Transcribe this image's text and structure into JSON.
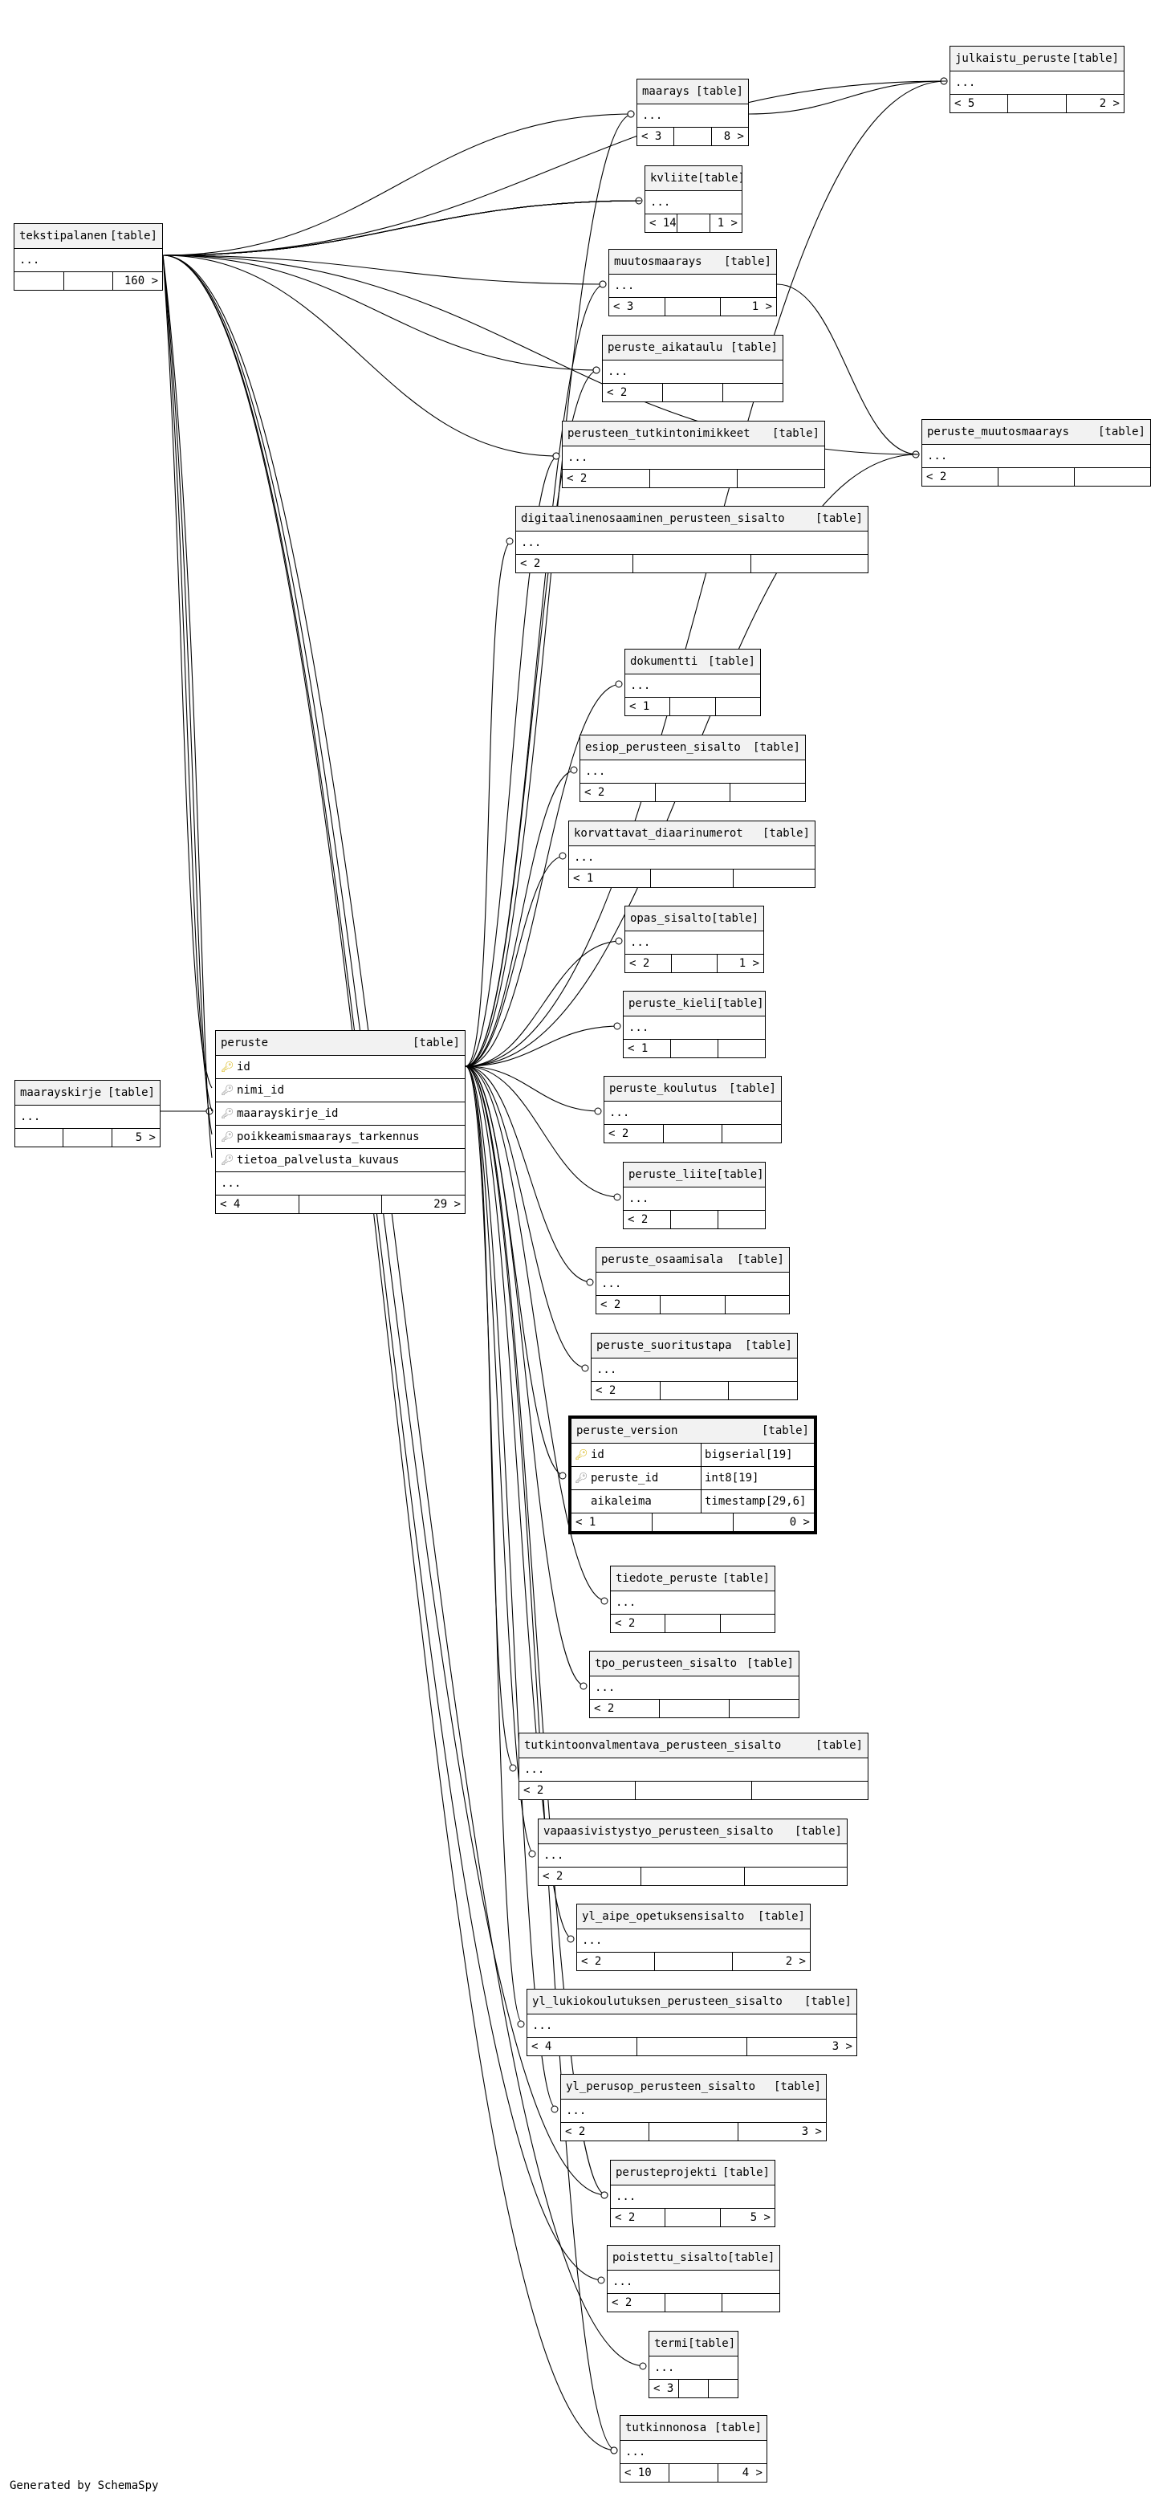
{
  "footer": "Generated by SchemaSpy",
  "tables": [
    {
      "id": "julkaistu_peruste",
      "name": "julkaistu_peruste",
      "tag": "[table]",
      "row": "...",
      "foot": [
        "< 5",
        "",
        "2 >"
      ]
    },
    {
      "id": "maarays",
      "name": "maarays",
      "tag": "[table]",
      "row": "...",
      "foot": [
        "< 3",
        "",
        "8 >"
      ]
    },
    {
      "id": "kvliite",
      "name": "kvliite",
      "tag": "[table]",
      "row": "...",
      "foot": [
        "< 14",
        "",
        "1 >"
      ]
    },
    {
      "id": "tekstipalanen",
      "name": "tekstipalanen",
      "tag": "[table]",
      "row": "...",
      "foot": [
        "",
        "",
        "160 >"
      ]
    },
    {
      "id": "muutosmaarays",
      "name": "muutosmaarays",
      "tag": "[table]",
      "row": "...",
      "foot": [
        "< 3",
        "",
        "1 >"
      ]
    },
    {
      "id": "peruste_aikataulu",
      "name": "peruste_aikataulu",
      "tag": "[table]",
      "row": "...",
      "foot": [
        "< 2",
        "",
        ""
      ]
    },
    {
      "id": "perusteen_tutkintonimikkeet",
      "name": "perusteen_tutkintonimikkeet",
      "tag": "[table]",
      "row": "...",
      "foot": [
        "< 2",
        "",
        ""
      ]
    },
    {
      "id": "peruste_muutosmaarays",
      "name": "peruste_muutosmaarays",
      "tag": "[table]",
      "row": "...",
      "foot": [
        "< 2",
        "",
        ""
      ]
    },
    {
      "id": "digitaalinenosaaminen_perusteen_sisalto",
      "name": "digitaalinenosaaminen_perusteen_sisalto",
      "tag": "[table]",
      "row": "...",
      "foot": [
        "< 2",
        "",
        ""
      ]
    },
    {
      "id": "dokumentti",
      "name": "dokumentti",
      "tag": "[table]",
      "row": "...",
      "foot": [
        "< 1",
        "",
        ""
      ]
    },
    {
      "id": "esiop_perusteen_sisalto",
      "name": "esiop_perusteen_sisalto",
      "tag": "[table]",
      "row": "...",
      "foot": [
        "< 2",
        "",
        ""
      ]
    },
    {
      "id": "korvattavat_diaarinumerot",
      "name": "korvattavat_diaarinumerot",
      "tag": "[table]",
      "row": "...",
      "foot": [
        "< 1",
        "",
        ""
      ]
    },
    {
      "id": "opas_sisalto",
      "name": "opas_sisalto",
      "tag": "[table]",
      "row": "...",
      "foot": [
        "< 2",
        "",
        "1 >"
      ]
    },
    {
      "id": "peruste_kieli",
      "name": "peruste_kieli",
      "tag": "[table]",
      "row": "...",
      "foot": [
        "< 1",
        "",
        ""
      ]
    },
    {
      "id": "maarayskirje",
      "name": "maarayskirje",
      "tag": "[table]",
      "row": "...",
      "foot": [
        "",
        "",
        "5 >"
      ]
    },
    {
      "id": "peruste_koulutus",
      "name": "peruste_koulutus",
      "tag": "[table]",
      "row": "...",
      "foot": [
        "< 2",
        "",
        ""
      ]
    },
    {
      "id": "peruste_liite",
      "name": "peruste_liite",
      "tag": "[table]",
      "row": "...",
      "foot": [
        "< 2",
        "",
        ""
      ]
    },
    {
      "id": "peruste_osaamisala",
      "name": "peruste_osaamisala",
      "tag": "[table]",
      "row": "...",
      "foot": [
        "< 2",
        "",
        ""
      ]
    },
    {
      "id": "peruste_suoritustapa",
      "name": "peruste_suoritustapa",
      "tag": "[table]",
      "row": "...",
      "foot": [
        "< 2",
        "",
        ""
      ]
    },
    {
      "id": "tiedote_peruste",
      "name": "tiedote_peruste",
      "tag": "[table]",
      "row": "...",
      "foot": [
        "< 2",
        "",
        ""
      ]
    },
    {
      "id": "tpo_perusteen_sisalto",
      "name": "tpo_perusteen_sisalto",
      "tag": "[table]",
      "row": "...",
      "foot": [
        "< 2",
        "",
        ""
      ]
    },
    {
      "id": "tutkintoonvalmentava_perusteen_sisalto",
      "name": "tutkintoonvalmentava_perusteen_sisalto",
      "tag": "[table]",
      "row": "...",
      "foot": [
        "< 2",
        "",
        ""
      ]
    },
    {
      "id": "vapaasivistystyo_perusteen_sisalto",
      "name": "vapaasivistystyo_perusteen_sisalto",
      "tag": "[table]",
      "row": "...",
      "foot": [
        "< 2",
        "",
        ""
      ]
    },
    {
      "id": "yl_aipe_opetuksensisalto",
      "name": "yl_aipe_opetuksensisalto",
      "tag": "[table]",
      "row": "...",
      "foot": [
        "< 2",
        "",
        "2 >"
      ]
    },
    {
      "id": "yl_lukiokoulutuksen_perusteen_sisalto",
      "name": "yl_lukiokoulutuksen_perusteen_sisalto",
      "tag": "[table]",
      "row": "...",
      "foot": [
        "< 4",
        "",
        "3 >"
      ]
    },
    {
      "id": "yl_perusop_perusteen_sisalto",
      "name": "yl_perusop_perusteen_sisalto",
      "tag": "[table]",
      "row": "...",
      "foot": [
        "< 2",
        "",
        "3 >"
      ]
    },
    {
      "id": "perusteprojekti",
      "name": "perusteprojekti",
      "tag": "[table]",
      "row": "...",
      "foot": [
        "< 2",
        "",
        "5 >"
      ]
    },
    {
      "id": "poistettu_sisalto",
      "name": "poistettu_sisalto",
      "tag": "[table]",
      "row": "...",
      "foot": [
        "< 2",
        "",
        ""
      ]
    },
    {
      "id": "termi",
      "name": "termi",
      "tag": "[table]",
      "row": "...",
      "foot": [
        "< 3",
        "",
        ""
      ]
    },
    {
      "id": "tutkinnonosa",
      "name": "tutkinnonosa",
      "tag": "[table]",
      "row": "...",
      "foot": [
        "< 10",
        "",
        "4 >"
      ]
    }
  ],
  "peruste": {
    "name": "peruste",
    "tag": "[table]",
    "rows": [
      {
        "label": "id",
        "key": "pk"
      },
      {
        "label": "nimi_id",
        "key": "fk"
      },
      {
        "label": "maarayskirje_id",
        "key": "fk"
      },
      {
        "label": "poikkeamismaarays_tarkennus",
        "key": "fk"
      },
      {
        "label": "tietoa_palvelusta_kuvaus",
        "key": "fk"
      },
      {
        "label": "...",
        "key": ""
      }
    ],
    "foot": [
      "< 4",
      "",
      "29 >"
    ]
  },
  "peruste_version": {
    "name": "peruste_version",
    "tag": "[table]",
    "rows": [
      {
        "label": "id",
        "type": "bigserial[19]",
        "key": "pk"
      },
      {
        "label": "peruste_id",
        "type": "int8[19]",
        "key": "fk"
      },
      {
        "label": "aikaleima",
        "type": "timestamp[29,6]",
        "key": ""
      }
    ],
    "foot": [
      "< 1",
      "",
      "0 >"
    ]
  }
}
